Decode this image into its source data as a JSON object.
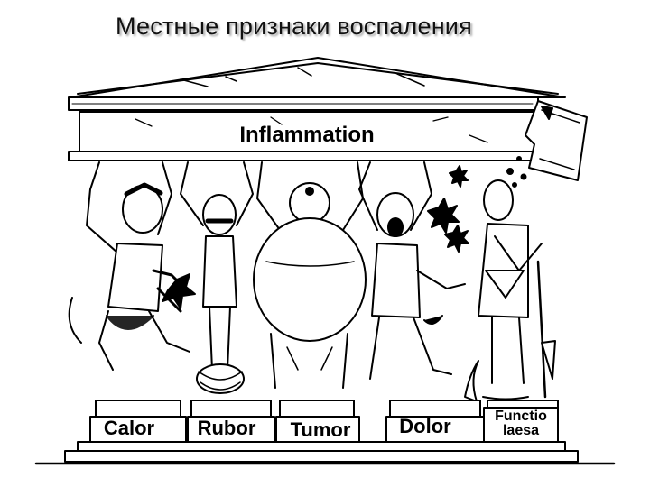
{
  "slide": {
    "title": "Местные признаки воспаления"
  },
  "temple": {
    "frieze_label": "Inflammation"
  },
  "pillars": [
    {
      "label": "Calor"
    },
    {
      "label": "Rubor"
    },
    {
      "label": "Tumor"
    },
    {
      "label": "Dolor"
    },
    {
      "label_line1": "Functio",
      "label_line2": "laesa"
    }
  ],
  "colors": {
    "ink": "#000000",
    "paper": "#ffffff"
  }
}
